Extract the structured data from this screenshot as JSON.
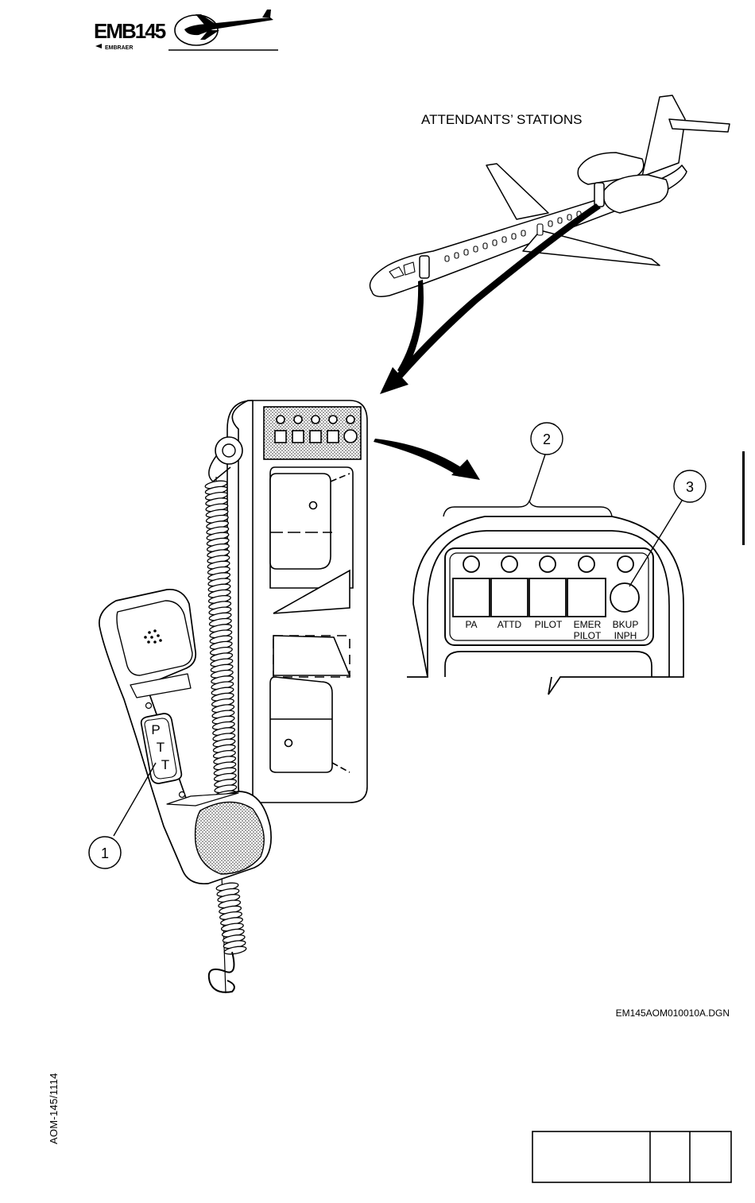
{
  "header": {
    "logo_text": "EMB145",
    "logo_brand": "EMBRAER"
  },
  "figure": {
    "title": "ATTENDANTS’ STATIONS",
    "callouts": [
      "1",
      "2",
      "3"
    ],
    "handset_ptt": [
      "P",
      "T",
      "T"
    ],
    "panel_buttons": [
      {
        "line1": "PA",
        "line2": ""
      },
      {
        "line1": "ATTD",
        "line2": ""
      },
      {
        "line1": "PILOT",
        "line2": ""
      },
      {
        "line1": "EMER",
        "line2": "PILOT"
      },
      {
        "line1": "BKUP",
        "line2": "INPH"
      }
    ],
    "drawing_file": "EM145AOM010010A.DGN"
  },
  "footer": {
    "doc_code": "AOM-145/1114"
  }
}
